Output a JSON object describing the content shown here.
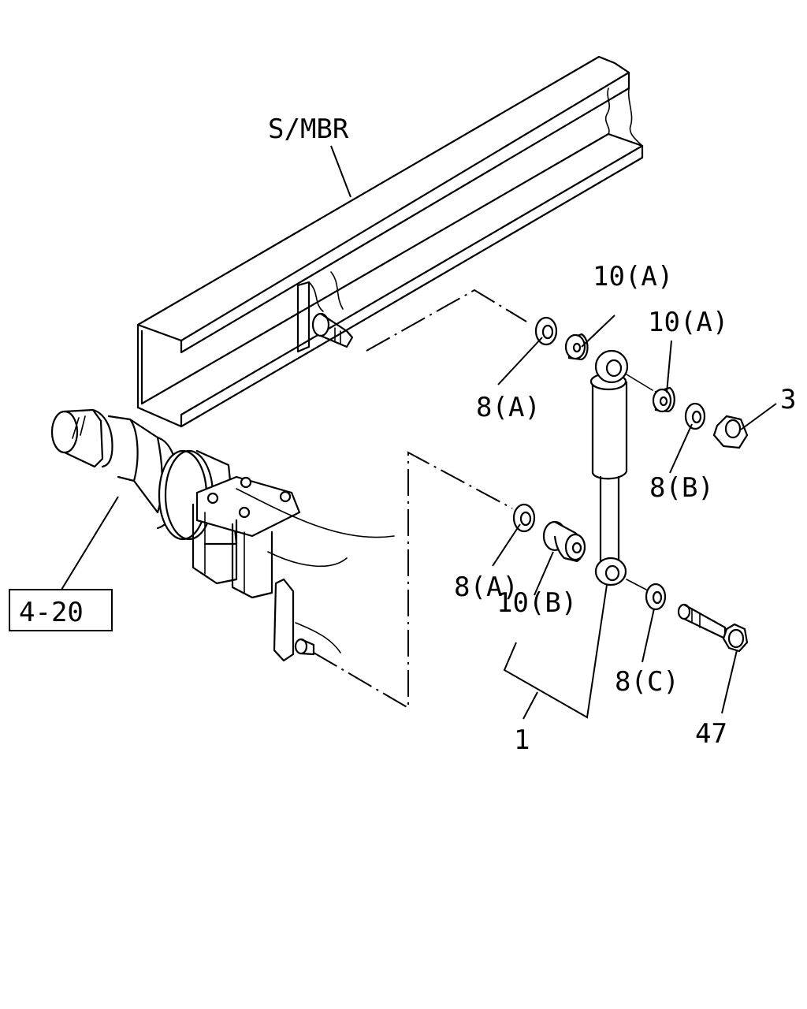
{
  "labels": {
    "side_member": "S/MBR",
    "ref_box": "4-20",
    "p10a_top": "10(A)",
    "p10a_mid": "10(A)",
    "p8a_top": "8(A)",
    "p3": "3",
    "p8b": "8(B)",
    "p8a_low": "8(A)",
    "p10b": "10(B)",
    "p8c": "8(C)",
    "p1": "1",
    "p47": "47"
  }
}
